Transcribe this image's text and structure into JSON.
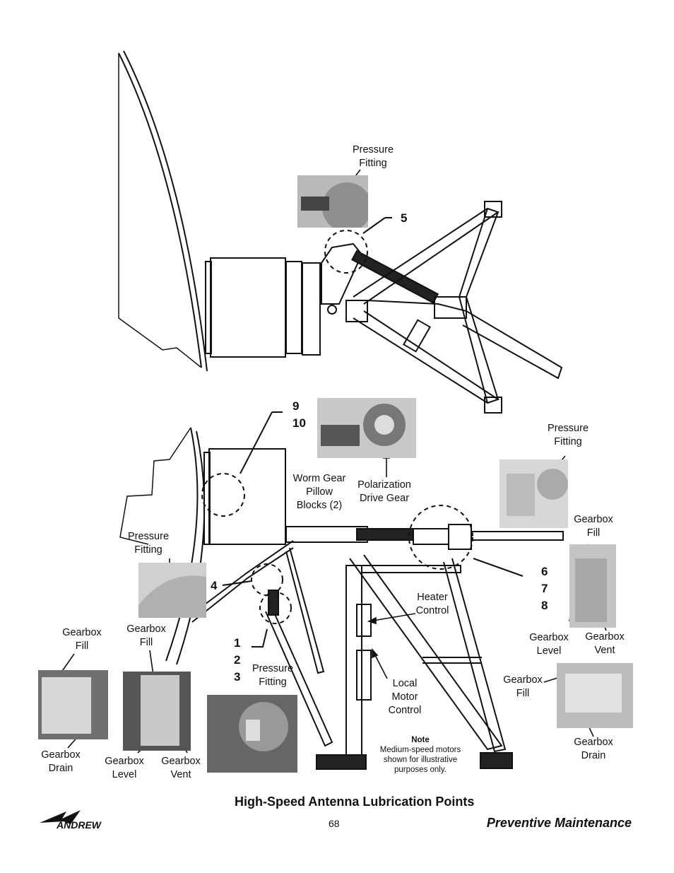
{
  "labels": {
    "pressure_fitting_top": "Pressure\nFitting",
    "callout_5": "5",
    "callout_9_10": "9\n10",
    "worm_gear": "Worm Gear\nPillow\nBlocks (2)",
    "polarization_drive": "Polarization\nDrive Gear",
    "pressure_fitting_right": "Pressure\nFitting",
    "pressure_fitting_left": "Pressure\nFitting",
    "callout_4": "4",
    "gearbox_fill_right": "Gearbox\nFill",
    "callout_6_7_8": "6\n7\n8",
    "heater_control": "Heater\nControl",
    "callout_1_2_3": "1\n2\n3",
    "gearbox_fill_far_left": "Gearbox\nFill",
    "gearbox_fill_left": "Gearbox\nFill",
    "gearbox_level_right": "Gearbox\nLevel",
    "gearbox_vent_right": "Gearbox\nVent",
    "pressure_fitting_bottom": "Pressure\nFitting",
    "local_motor_control": "Local\nMotor\nControl",
    "gearbox_fill_lower_right": "Gearbox\nFill",
    "gearbox_drain_left": "Gearbox\nDrain",
    "gearbox_level_left": "Gearbox\nLevel",
    "gearbox_vent_left": "Gearbox\nVent",
    "gearbox_drain_right": "Gearbox\nDrain"
  },
  "note": {
    "heading": "Note",
    "line1": "Medium-speed motors",
    "line2": "shown for illustrative",
    "line3": "purposes only."
  },
  "footer": {
    "title": "High-Speed Antenna Lubrication Points",
    "page_number": "68",
    "section": "Preventive Maintenance",
    "logo_text": "ANDREW"
  }
}
